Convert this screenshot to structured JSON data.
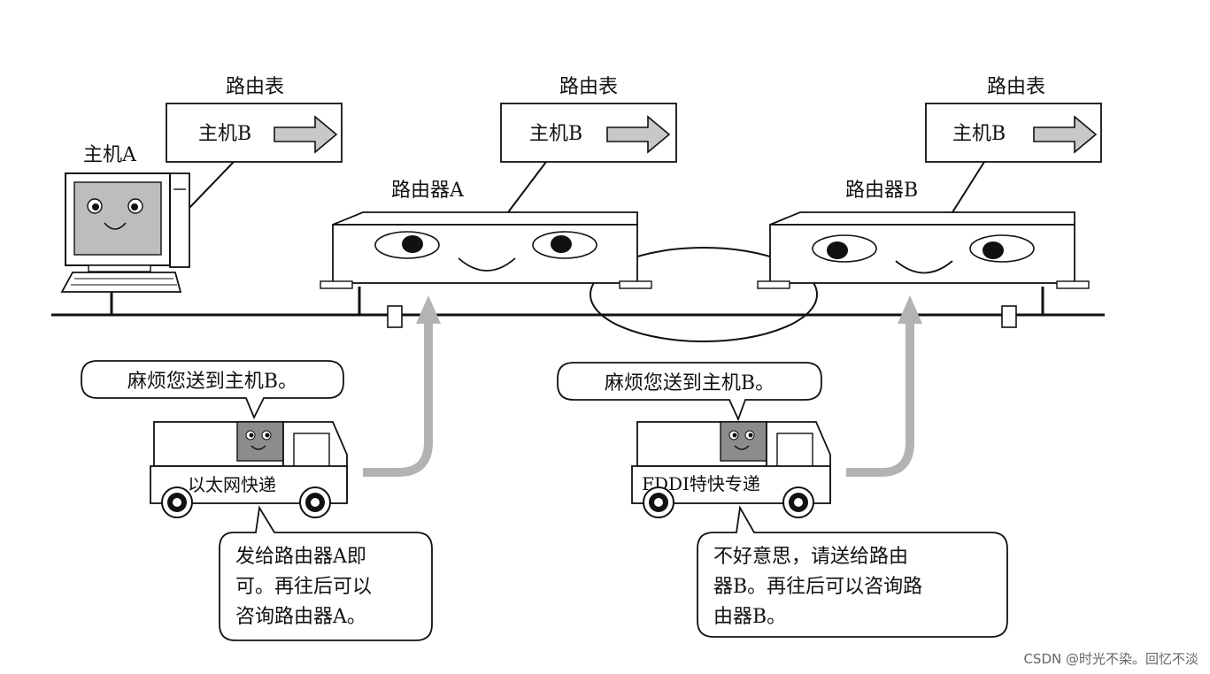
{
  "routing_tables": [
    {
      "title": "路由表",
      "entry": "主机B"
    },
    {
      "title": "路由表",
      "entry": "主机B"
    },
    {
      "title": "路由表",
      "entry": "主机B"
    }
  ],
  "host": {
    "label": "主机A"
  },
  "routers": [
    {
      "label": "路由器A"
    },
    {
      "label": "路由器B"
    }
  ],
  "speech": [
    {
      "text": "麻烦您送到主机B。"
    },
    {
      "text": "麻烦您送到主机B。"
    }
  ],
  "trucks": [
    {
      "label": "以太网快递"
    },
    {
      "label": "FDDI特快专递"
    }
  ],
  "replies": [
    {
      "lines": [
        "发给路由器A即",
        "可。再往后可以",
        "咨询路由器A。"
      ]
    },
    {
      "lines": [
        "不好意思，请送给路由",
        "器B。再往后可以咨询路",
        "由器B。"
      ]
    }
  ],
  "watermark": "CSDN @时光不染。回忆不淡",
  "colors": {
    "stroke": "#111111",
    "screen": "#bdbdbd",
    "arrow": "#b3b3b3",
    "cab": "#8c8c8c"
  }
}
